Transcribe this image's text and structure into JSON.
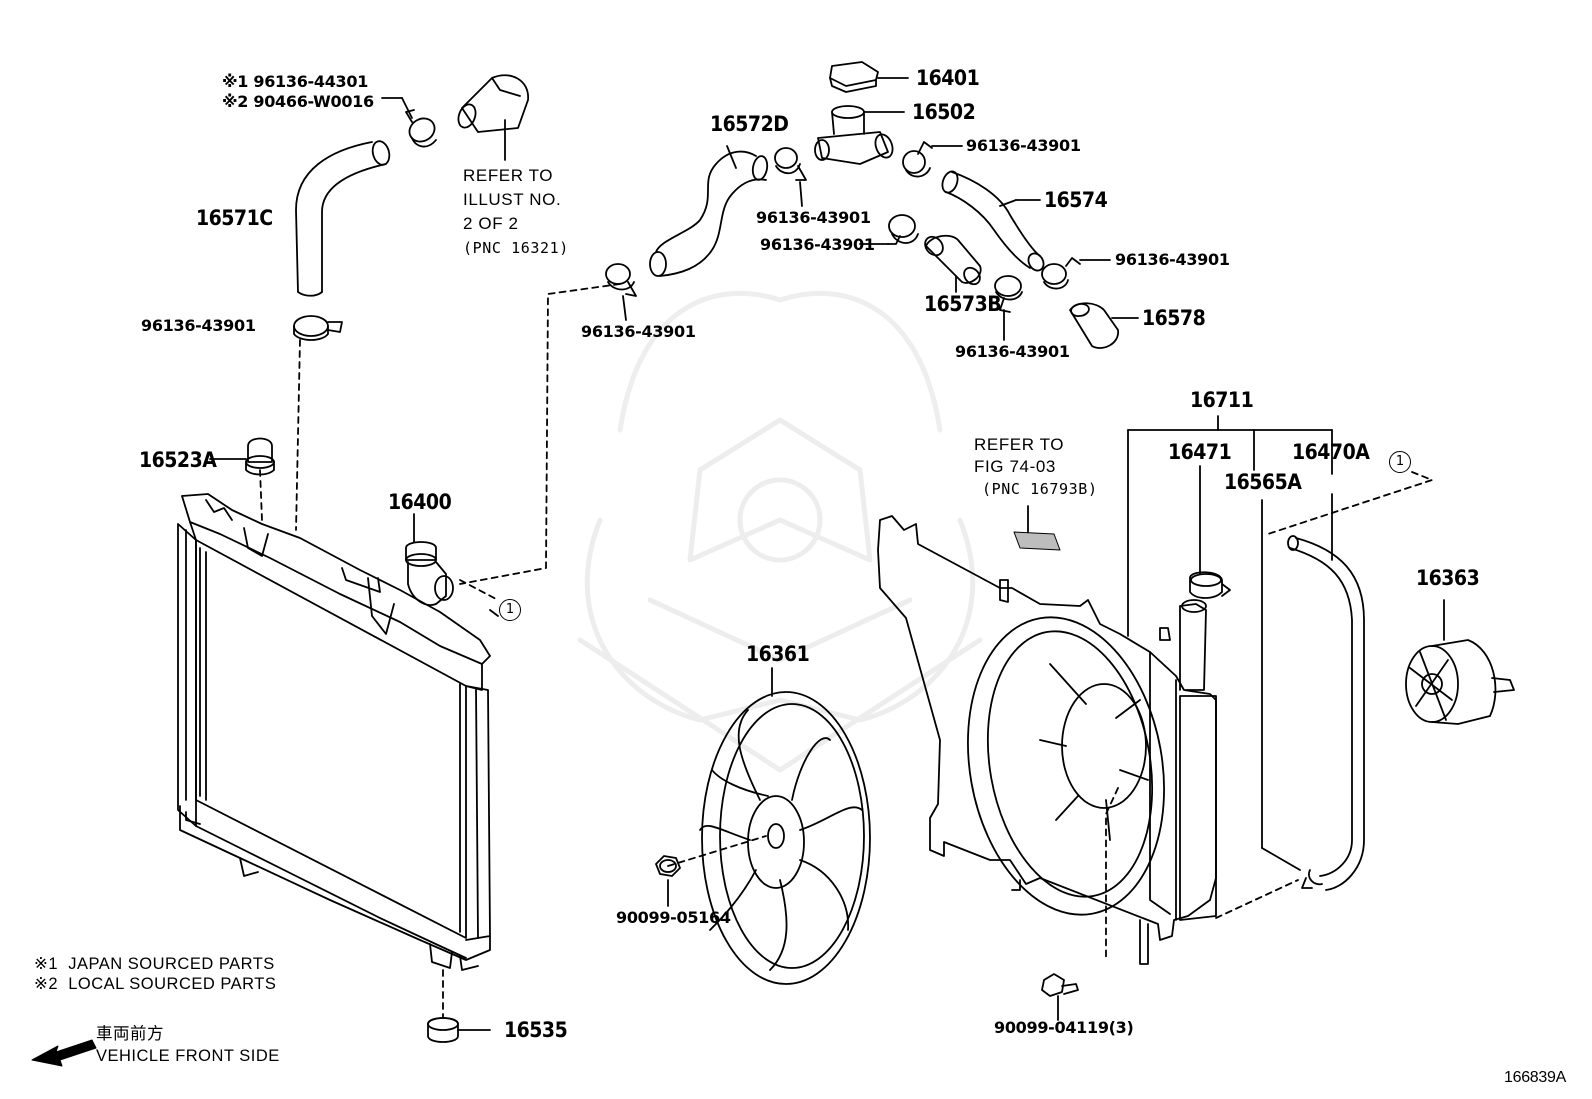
{
  "diagram_id": "166839A",
  "notes": {
    "note1_mark": "※1",
    "note1_text": "JAPAN SOURCED PARTS",
    "note2_mark": "※2",
    "note2_text": "LOCAL SOURCED PARTS"
  },
  "direction": {
    "jp": "車両前方",
    "en": "VEHICLE FRONT SIDE"
  },
  "references": {
    "illust_line1": "REFER TO",
    "illust_line2": "ILLUST NO.",
    "illust_line3": "2 OF 2",
    "illust_line4": "(PNC 16321)",
    "fig_line1": "REFER TO",
    "fig_line2": "FIG 74-03",
    "fig_line3": "(PNC 16793B)"
  },
  "connector_marker": "1",
  "parts": {
    "p_96136_44301": "※1 96136-44301",
    "p_90466_w0016": "※2 90466-W0016",
    "p_16571c": "16571C",
    "p_clamp_a": "96136-43901",
    "p_16523a": "16523A",
    "p_16400": "16400",
    "p_16572d": "16572D",
    "p_clamp_b": "96136-43901",
    "p_clamp_c": "96136-43901",
    "p_16401": "16401",
    "p_16502": "16502",
    "p_clamp_d": "96136-43901",
    "p_16574": "16574",
    "p_clamp_e": "96136-43901",
    "p_16573b": "16573B",
    "p_clamp_f": "96136-43901",
    "p_clamp_g": "96136-43901",
    "p_16578": "16578",
    "p_16711": "16711",
    "p_16471": "16471",
    "p_16470a": "16470A",
    "p_16565a": "16565A",
    "p_16363": "16363",
    "p_16361": "16361",
    "p_90099_05164": "90099-05164",
    "p_90099_04119": "90099-04119(3)",
    "p_16535": "16535"
  }
}
